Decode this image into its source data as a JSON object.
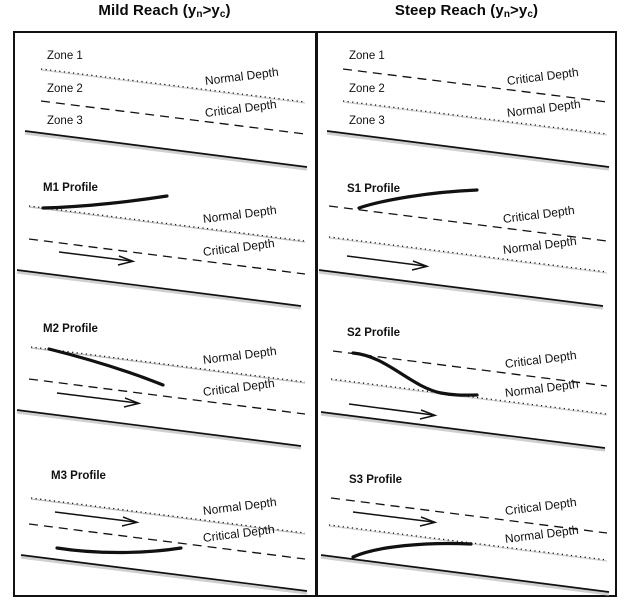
{
  "figure": {
    "type": "diagram",
    "subject": "Gradually varied flow water surface profiles",
    "columns": [
      {
        "key": "mild",
        "title_main": "Mild Reach (y",
        "title_sub1": "n",
        "title_mid": ">y",
        "title_sub2": "c",
        "title_end": ")",
        "title_plain": "Mild Reach (yn>yc)"
      },
      {
        "key": "steep",
        "title_main": "Steep Reach (y",
        "title_sub1": "n",
        "title_mid": ">y",
        "title_sub2": "c",
        "title_end": ")",
        "title_plain": "Steep Reach (yn>yc)"
      }
    ]
  },
  "labels": {
    "normal_depth": "Normal Depth",
    "critical_depth": "Critical Depth",
    "zone1": "Zone 1",
    "zone2": "Zone 2",
    "zone3": "Zone 3",
    "m1": "M1 Profile",
    "m2": "M2 Profile",
    "m3": "M3 Profile",
    "s1": "S1 Profile",
    "s2": "S2 Profile",
    "s3": "S3 Profile"
  },
  "colors": {
    "ink": "#111111",
    "line_faint": "#8a8a8a",
    "shadow": "#cfcfcf",
    "background": "#ffffff"
  },
  "geometry": {
    "slope_deg": -7.2,
    "note_mild": "Normal Depth (dotted) lies above Critical Depth (dashed)",
    "note_steep": "Critical Depth (dashed) lies above Normal Depth (dotted)"
  },
  "panels": {
    "mild_zones": {
      "upper_line": "Normal Depth",
      "lower_line": "Critical Depth",
      "zones": [
        "Zone 1",
        "Zone 2",
        "Zone 3"
      ]
    },
    "mild_m1": {
      "profile": "M1 Profile",
      "upper_line": "Normal Depth",
      "lower_line": "Critical Depth",
      "curve_description": "backwater curve rising above normal depth",
      "flow_arrow": true
    },
    "mild_m2": {
      "profile": "M2 Profile",
      "upper_line": "Normal Depth",
      "lower_line": "Critical Depth",
      "curve_description": "drawdown curve from normal depth to critical depth",
      "flow_arrow": true
    },
    "mild_m3": {
      "profile": "M3 Profile",
      "upper_line": "Normal Depth",
      "lower_line": "Critical Depth",
      "curve_description": "curve below critical depth rising to critical depth",
      "flow_arrow": true
    },
    "steep_zones": {
      "upper_line": "Critical Depth",
      "lower_line": "Normal Depth",
      "zones": [
        "Zone 1",
        "Zone 2",
        "Zone 3"
      ]
    },
    "steep_s1": {
      "profile": "S1 Profile",
      "upper_line": "Critical Depth",
      "lower_line": "Normal Depth",
      "curve_description": "curve rising above critical depth",
      "flow_arrow": true
    },
    "steep_s2": {
      "profile": "S2 Profile",
      "upper_line": "Critical Depth",
      "lower_line": "Normal Depth",
      "curve_description": "S-shaped curve from critical depth down to normal depth",
      "flow_arrow": true
    },
    "steep_s3": {
      "profile": "S3 Profile",
      "upper_line": "Critical Depth",
      "lower_line": "Normal Depth",
      "curve_description": "curve below normal depth rising to normal depth",
      "flow_arrow": true
    }
  }
}
